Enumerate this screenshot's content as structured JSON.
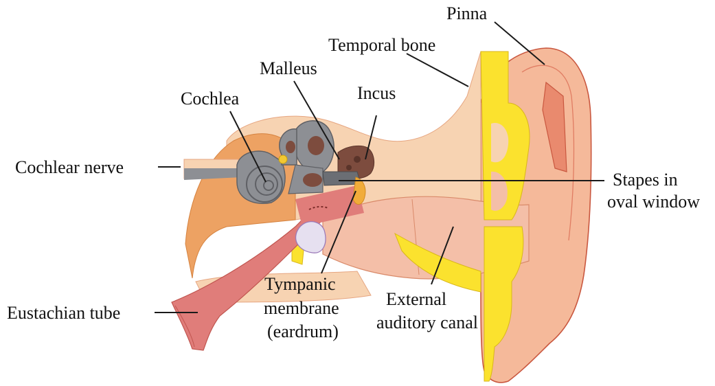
{
  "diagram": {
    "labels": {
      "pinna": "Pinna",
      "temporal_bone": "Temporal bone",
      "malleus": "Malleus",
      "incus": "Incus",
      "cochlea": "Cochlea",
      "cochlear_nerve": "Cochlear nerve",
      "stapes_line1": "Stapes in",
      "stapes_line2": "oval window",
      "eustachian_tube": "Eustachian tube",
      "tympanic_line1": "Tympanic",
      "tympanic_line2": "membrane",
      "tympanic_line3": "(eardrum)",
      "external_line1": "External",
      "external_line2": "auditory canal"
    },
    "colors": {
      "outer_skin": "#f5b99a",
      "skin_edge": "#c9573f",
      "bone_light": "#f7d3b2",
      "bone_orange": "#eda263",
      "yellow_cartilage": "#fbe22e",
      "canal_pink": "#f4bfa8",
      "tube_red": "#e07d7a",
      "ossicles_brown": "#7d4c3e",
      "cochlea_gray": "#8d8f94",
      "lavender_pad": "#e6e0f0",
      "leader_line": "#1a1a1a"
    }
  }
}
